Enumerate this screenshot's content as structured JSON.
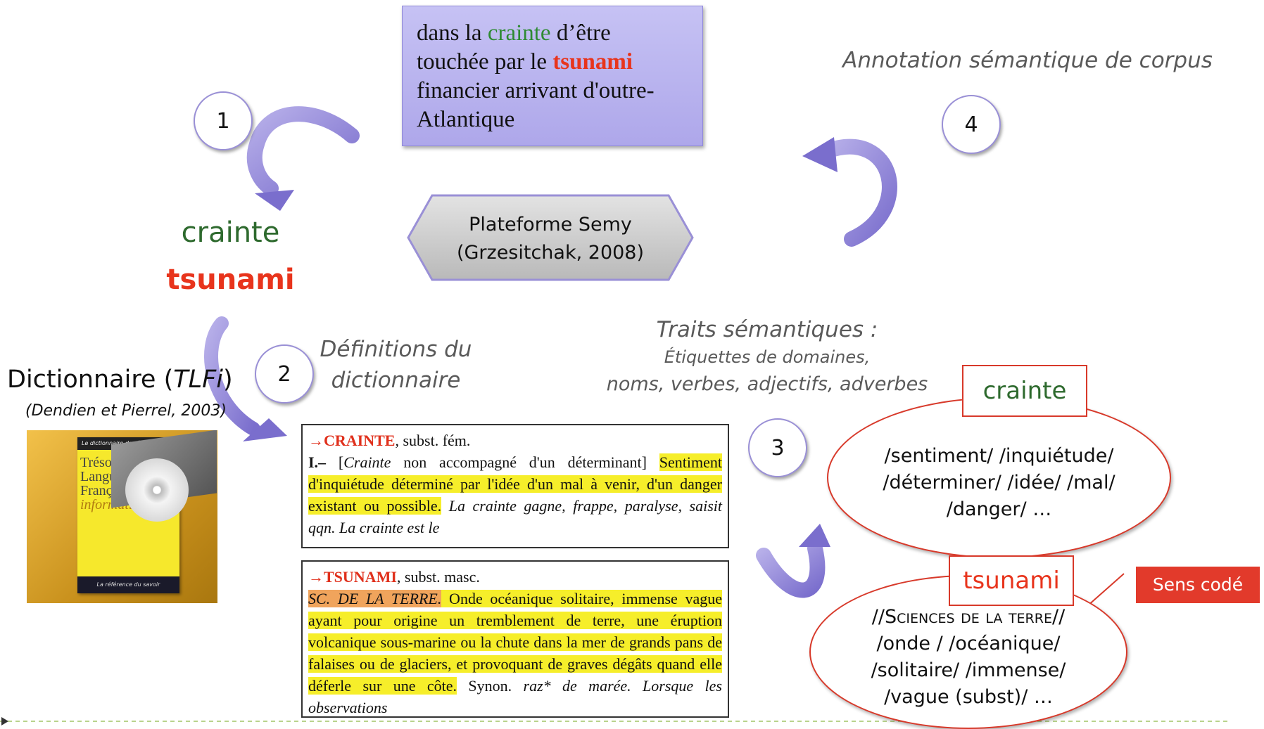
{
  "quote": {
    "part1": "dans la ",
    "word1": "crainte",
    "part2": " d’être touchée par le ",
    "word2": "tsunami",
    "part3": " financier arrivant d'outre-Atlantique"
  },
  "steps": [
    "1",
    "2",
    "3",
    "4"
  ],
  "annotation_label": "Annotation sémantique de corpus",
  "platform": {
    "line1": "Plateforme Semy",
    "line2": "(Grzesitchak, 2008)"
  },
  "words": {
    "crainte": "crainte",
    "tsunami": "tsunami"
  },
  "dictionary": {
    "title_prefix": "Dictionnaire (",
    "title_italic": "TLFi",
    "title_suffix": ")",
    "ref": "(Dendien et Pierrel, 2003)",
    "cover_lines": [
      "Trésor",
      "Langue",
      "Française",
      "informatisé"
    ],
    "cover_top": "Le dictionnaire de référence",
    "cover_bottom": "La référence du savoir"
  },
  "definitions_label": {
    "line1": "Définitions du",
    "line2": "dictionnaire"
  },
  "traits": {
    "line1": "Traits sémantiques :",
    "line2": "Étiquettes de domaines,",
    "line3": "noms, verbes, adjectifs, adverbes"
  },
  "excerpt_crainte": {
    "arrow": "→",
    "headword": "CRAINTE",
    "pos": ", subst. fém.",
    "sense": "I.–",
    "bracket_open": " [",
    "bracket_italic": "Crainte",
    "bracket_rest": " non accompagné d'un déterminant]",
    "definition": "Sentiment d'inquiétude déterminé par l'idée d'un mal à venir, d'un danger existant ou possible.",
    "example": " La crainte gagne, frappe, paralyse, saisit qqn. La crainte est le"
  },
  "excerpt_tsunami": {
    "arrow": "→",
    "headword": "TSUNAMI",
    "pos": ", subst. masc.",
    "domain": "SC. DE LA TERRE.",
    "definition": " Onde océanique solitaire, immense vague ayant pour origine un tremblement de terre, une éruption volcanique sous-marine ou la chute dans la mer de grands pans de falaises ou de glaciers, et provoquant de graves dégâts quand elle déferle sur une côte.",
    "synonym_lead": " Synon. ",
    "synonym": "raz* de marée. Lorsque les observations"
  },
  "features_crainte": {
    "word": "crainte",
    "lines": [
      "/sentiment/ /inquiétude/",
      "/déterminer/ /idée/ /mal/",
      "/danger/ …"
    ]
  },
  "features_tsunami": {
    "word": "tsunami",
    "domain": "//Sciences de la terre//",
    "lines": [
      "/onde /  /océanique/",
      "/solitaire/ /immense/",
      "/vague (subst)/ …"
    ]
  },
  "coded_sense_label": "Sens codé",
  "colors": {
    "green": "#2e8a32",
    "red": "#e8341c",
    "arrow_purple": "#8a7fd4",
    "ellipse_border": "#d8392a",
    "highlight": "#f6ee2a"
  }
}
